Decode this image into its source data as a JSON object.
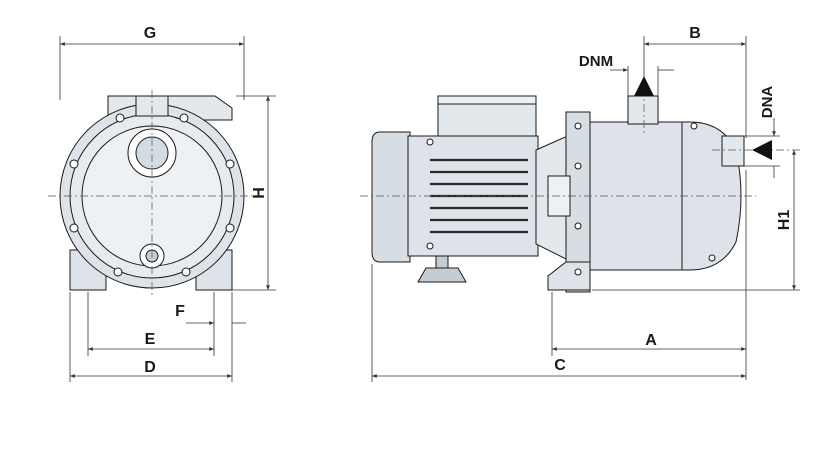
{
  "labels": {
    "G": "G",
    "B": "B",
    "DNM": "DNM",
    "DNA": "DNA",
    "H": "H",
    "H1": "H1",
    "F": "F",
    "E": "E",
    "D": "D",
    "A": "A",
    "C": "C"
  },
  "colors": {
    "pump_fill": "#dde3e8",
    "pump_light": "#eef1f4",
    "pump_dark": "#c5cdd4",
    "outline": "#1a1a1a",
    "dimension_line": "#333333",
    "hatch": "#2a2a2a"
  }
}
